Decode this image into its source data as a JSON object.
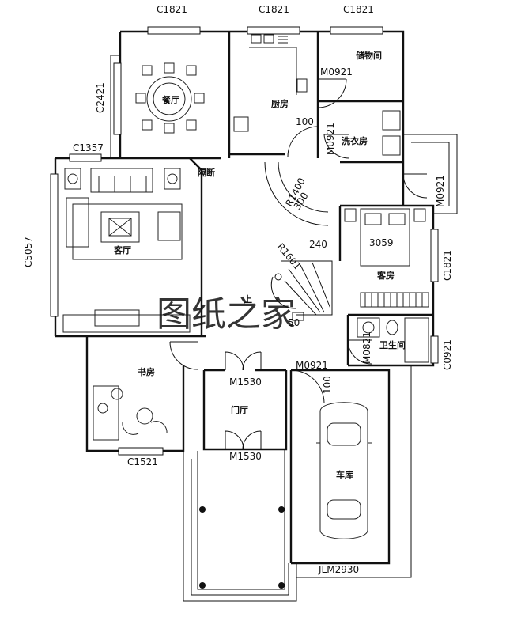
{
  "rooms": {
    "dining": "餐厅",
    "kitchen": "厨房",
    "storage": "储物间",
    "laundry": "洗衣房",
    "partition": "隔断",
    "living": "客厅",
    "guest_room": "客房",
    "bathroom": "卫生间",
    "study": "书房",
    "foyer": "门厅",
    "garage": "车库",
    "stair_up": "上"
  },
  "windows": {
    "c1821_a": "C1821",
    "c1821_b": "C1821",
    "c1821_c": "C1821",
    "c2421": "C2421",
    "c1357": "C1357",
    "c5057": "C5057",
    "c1821_side": "C1821",
    "c0921": "C0921",
    "c1521": "C1521"
  },
  "doors": {
    "m0921_storage": "M0921",
    "m0921_laundry": "M0921",
    "m0921_right": "M0921",
    "m0821": "M0821",
    "m0921_garage": "M0921",
    "m1530_top": "M1530",
    "m1530_bottom": "M1530",
    "jlm2930": "JLM2930"
  },
  "dimensions": {
    "d100_a": "100",
    "d100_b": "100",
    "r1400": "R1400",
    "d300": "300",
    "r1601": "R1601",
    "d240": "240",
    "d3059": "3059",
    "d50": "50"
  },
  "watermark": "图纸之家"
}
